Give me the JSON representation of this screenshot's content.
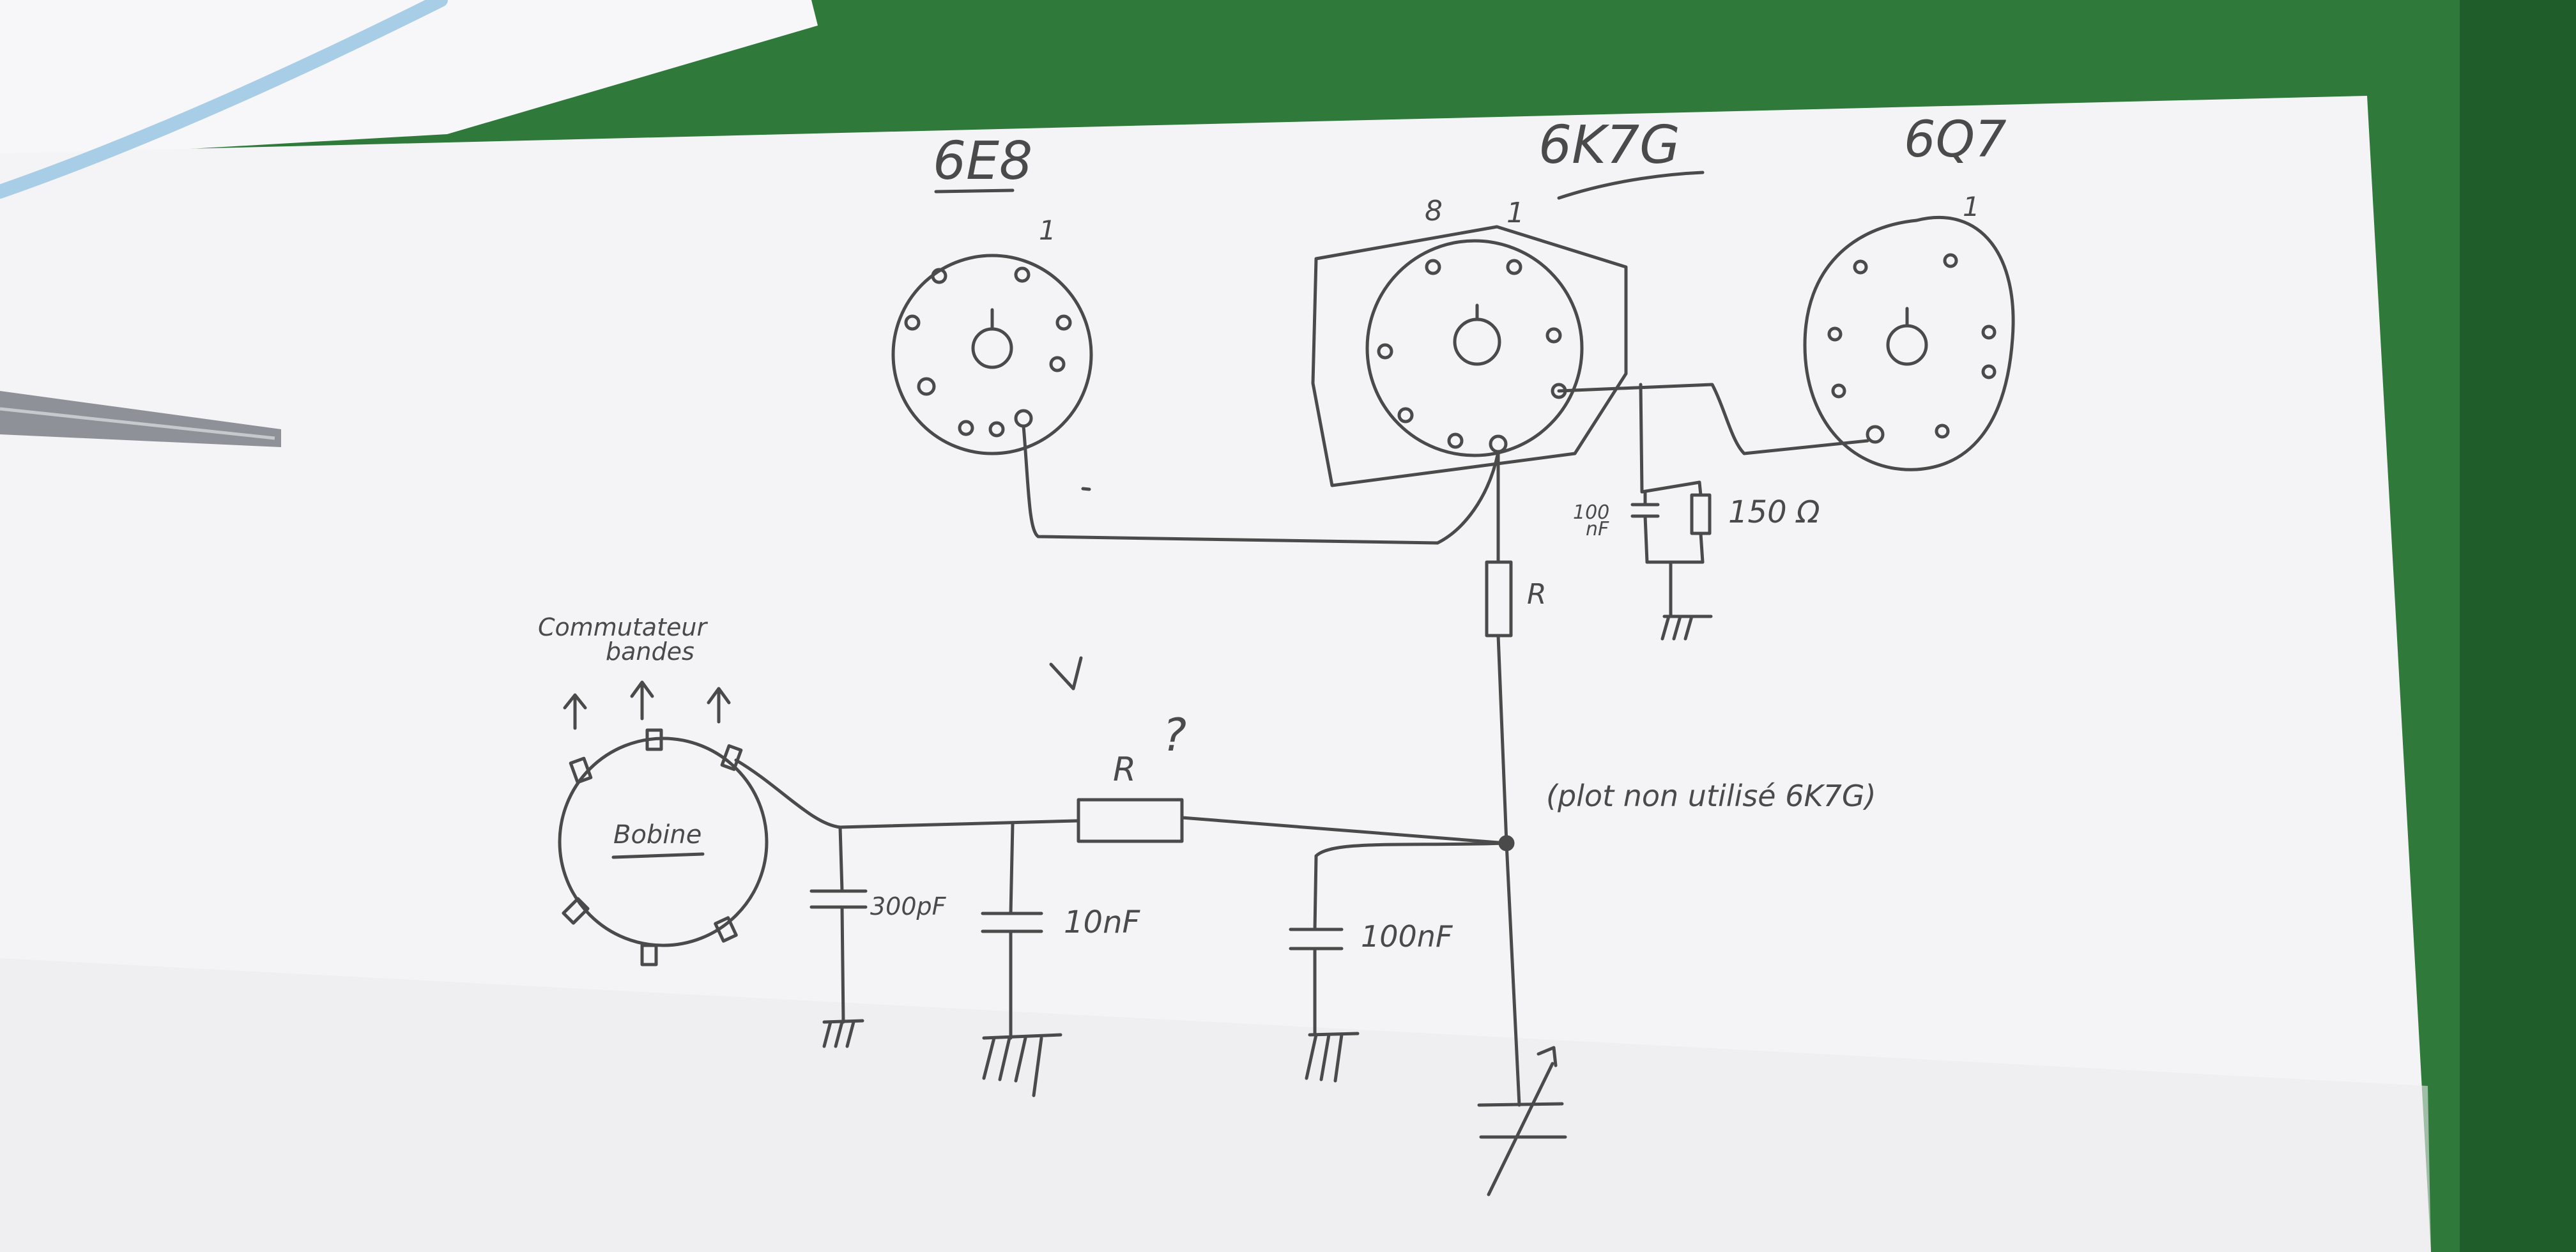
{
  "tubes": {
    "t1": {
      "name": "6E8",
      "pin": "1"
    },
    "t2": {
      "name": "6K7G",
      "pin8": "8",
      "pin1": "1"
    },
    "t3": {
      "name": "6Q7",
      "pin": "1"
    }
  },
  "labels": {
    "switch_line1": "Commutateur",
    "switch_line2": "bandes",
    "coil": "Bobine",
    "resistor_top": "R",
    "resistor_mid": "R",
    "resistor_mid_q": "?",
    "note": "(plot non utilisé 6K7G)",
    "cap_300": "300pF",
    "cap_10n": "10nF",
    "cap_100n": "100nF",
    "cap_100n_small_1": "100",
    "cap_100n_small_2": "nF",
    "res_150": "150 Ω"
  },
  "colors": {
    "desk": "#2f7a3a",
    "paper": "#f4f4f6",
    "pencil": "#4a4a4a",
    "wire_blue": "#a8cde6"
  }
}
